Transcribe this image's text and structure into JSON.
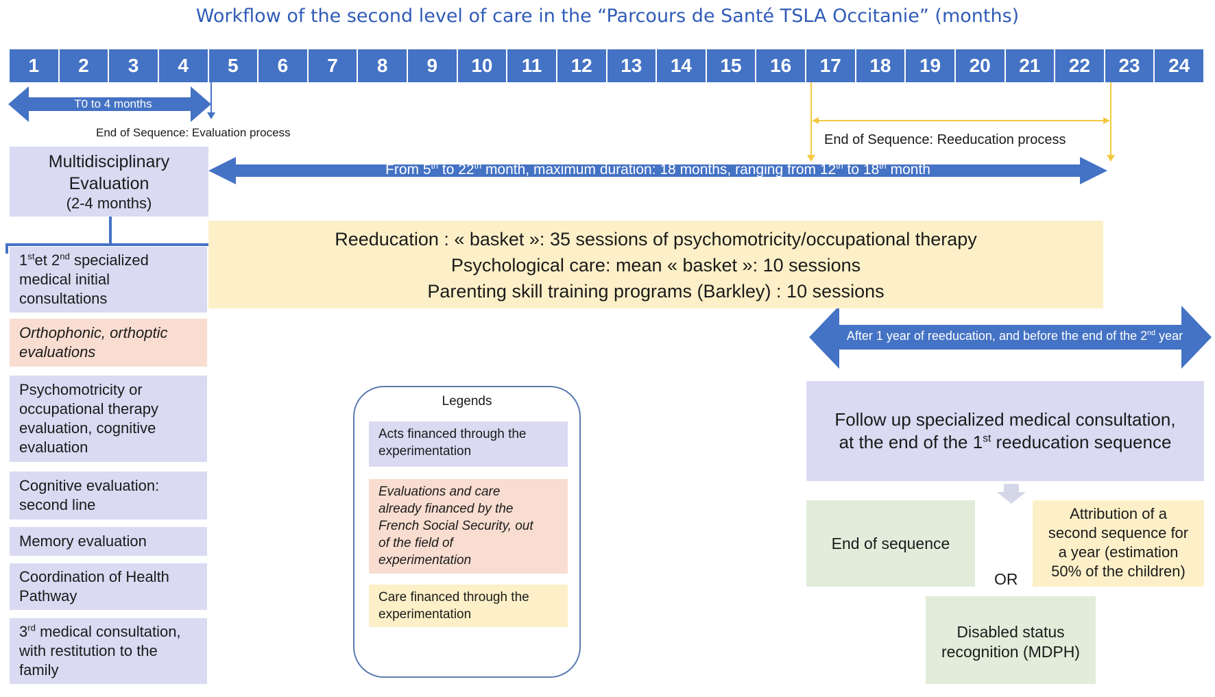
{
  "title": "Workflow of the second level of care in the “Parcours de Santé TSLA Occitanie” (months)",
  "months": [
    "1",
    "2",
    "3",
    "4",
    "5",
    "6",
    "7",
    "8",
    "9",
    "10",
    "11",
    "12",
    "13",
    "14",
    "15",
    "16",
    "17",
    "18",
    "19",
    "20",
    "21",
    "22",
    "23",
    "24"
  ],
  "timeline": {
    "t0_label": "T0 to 4 months",
    "eval_end_label": "End of Sequence: Evaluation process",
    "reed_end_label": "End of Sequence: Reeducation process",
    "duration_label": {
      "a": "From 5",
      "b": "th",
      "c": " to 22",
      "d": "th",
      "e": " month,  maximum duration:  18 months,  ranging from 12",
      "f": "th",
      "g": " to 18",
      "h": "th",
      "i": " month"
    },
    "followup_arrow_label": {
      "a": "After 1 year of reeducation, and before the end of the 2",
      "b": "nd",
      "c": " year"
    }
  },
  "multidisciplinary": {
    "line1": "Multidisciplinary",
    "line2": "Evaluation",
    "line3": "(2-4 months)"
  },
  "left_boxes": {
    "initial": {
      "a": "1",
      "b": "st",
      "c": "et 2",
      "d": "nd",
      "e": " specialized\nmedical initial\nconsultations"
    },
    "orthophonic": "Orthophonic, orthoptic\nevaluations",
    "psychomotricity": "Psychomotricity  or\noccupational therapy\nevaluation,  cognitive\nevaluation",
    "cognitive": "Cognitive evaluation:\nsecond line",
    "memory": "Memory evaluation",
    "coordination": "Coordination of Health\nPathway",
    "third": {
      "a": "3",
      "b": "rd",
      "c": " medical consultation,\nwith restitution to the\nfamily"
    }
  },
  "care": {
    "line1": "Reeducation : « basket »: 35 sessions of psychomotricity/occupational  therapy",
    "line2": "Psychological care: mean  « basket »: 10 sessions",
    "line3": "Parenting skill training programs (Barkley) : 10 sessions"
  },
  "legend": {
    "title": "Legends",
    "acts": "Acts financed through the\nexperimentation",
    "evaluations": "Evaluations and care\nalready financed by the\nFrench Social Security, out\nof the field of\nexperimentation",
    "care": "Care financed through the\nexperimentation"
  },
  "followup": {
    "a": "Follow up specialized medical consultation,",
    "b": "at the end of the 1",
    "c": "st",
    "d": " reeducation sequence"
  },
  "outcomes": {
    "end": "End of sequence",
    "or": "OR",
    "attribution": "Attribution of a\nsecond sequence for\na year (estimation\n50% of the children)",
    "disabled": "Disabled status\nrecognition (MDPH)"
  },
  "colors": {
    "blue": "#4472c4",
    "title_blue": "#2f5bb7",
    "acts_purple": "#dadaf3",
    "social_security_peach": "#f8ddd0",
    "care_yellow": "#fdf0c8",
    "outcome_green": "#e1edda",
    "gold_line": "#f5c842"
  }
}
